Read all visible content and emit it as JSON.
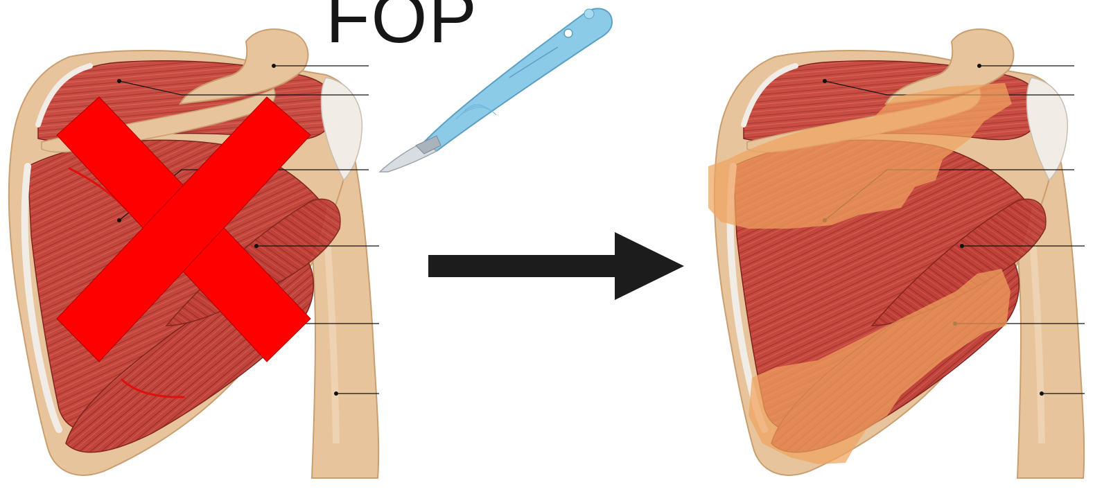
{
  "title": "FOP",
  "colors": {
    "muscle": "#c4473d",
    "muscle_dark": "#8f2a24",
    "bone": "#e7c49b",
    "tendon": "#f2ece6",
    "cross": "#ff0000",
    "ossification": "#f0a460",
    "arrow": "#1c1c1c",
    "scalpel_handle": "#8ccbe8",
    "blade": "#d8dde2",
    "background": "#ffffff"
  },
  "panels": {
    "left": {
      "status_icon": "red-x-cross-icon",
      "incision_marks": 2
    },
    "right": {
      "ossified_regions": 2
    }
  },
  "icons": {
    "scalpel": "scalpel-icon",
    "arrow": "arrow-right-icon"
  }
}
